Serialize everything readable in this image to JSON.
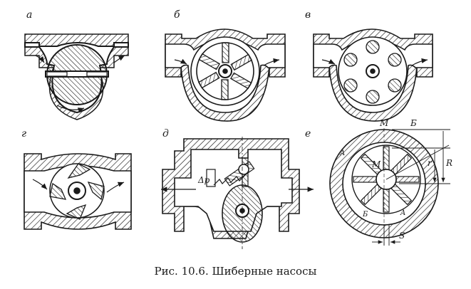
{
  "panels": {
    "a": "а",
    "b": "б",
    "v": "в",
    "g": "г",
    "d": "д",
    "e": "е"
  },
  "annotations": {
    "dp": "Δp",
    "M_top": "M",
    "B_top": "Б",
    "M_inner": "M",
    "A_left": "A",
    "A_right": "A",
    "B_small": "Б",
    "r": "r",
    "R": "R",
    "S": "S"
  },
  "caption": "Рис. 10.6. Шиберные насосы"
}
